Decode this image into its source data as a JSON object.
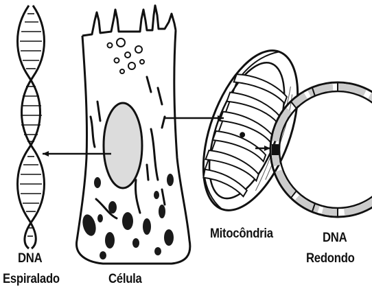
{
  "labels": {
    "dna_spiral_line1": "DNA",
    "dna_spiral_line2": "Espiralado",
    "cell": "Célula",
    "mitochondria": "Mitocôndria",
    "dna_round_line1": "DNA",
    "dna_round_line2": "Redondo"
  },
  "arrows": [
    {
      "from": "cell-nucleus",
      "to": "spiral-dna"
    },
    {
      "from": "cell",
      "to": "mitochondrion"
    },
    {
      "from": "mitochondrion",
      "to": "circular-dna"
    }
  ],
  "colors": {
    "ink": "#111111",
    "background": "#ffffff"
  }
}
